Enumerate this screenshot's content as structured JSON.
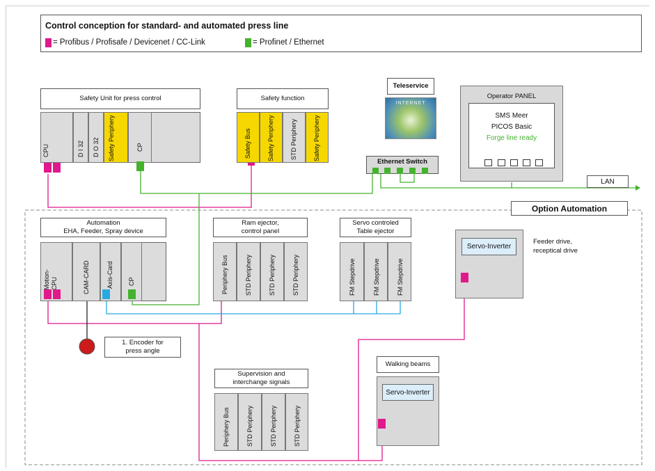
{
  "header": {
    "title": "Control conception for standard- and automated press line",
    "legend_pink": "= Profibus / Profisafe / Devicenet / CC-Link",
    "legend_green": "= Profinet / Ethernet"
  },
  "colors": {
    "profibus": "#e0198c",
    "profinet": "#45b22e",
    "axis_bus": "#27a9e1",
    "safety_slot": "#f6d800",
    "encoder": "#cc1b1b"
  },
  "safety_unit": {
    "title": "Safety Unit for press control",
    "slots": [
      "CPU",
      "D I 32",
      "D O 32",
      "Safety Periphery",
      "CP"
    ]
  },
  "safety_function": {
    "title": "Safety function",
    "slots": [
      "Safety Bus",
      "Safety Periphery",
      "STD Periphery",
      "Safety Periphery"
    ]
  },
  "teleservice": {
    "title": "Teleservice",
    "image_text": "INTERNET"
  },
  "ethernet_switch": {
    "title": "Ethernet Switch"
  },
  "operator_panel": {
    "title": "Operator PANEL",
    "line1": "SMS Meer",
    "line2": "PICOS Basic",
    "line3": "Forge line ready"
  },
  "lan": "LAN",
  "option_automation": "Option Automation",
  "automation": {
    "title_line1": "Automation",
    "title_line2": "EHA, Feeder, Spray device",
    "slots": [
      "Motion-\nCPU",
      "CAM-CARD",
      "Axis-Card",
      "CP"
    ]
  },
  "ram_ejector": {
    "title_line1": "Ram ejector,",
    "title_line2": "control panel",
    "slots": [
      "Periphery Bus",
      "STD Periphery",
      "STD Periphery",
      "STD Periphery"
    ]
  },
  "servo_table": {
    "title_line1": "Servo controled",
    "title_line2": "Table ejector",
    "slots": [
      "FM Stepdrive",
      "FM Stepdrive",
      "FM Stepdrive"
    ]
  },
  "feeder": {
    "servo_label": "Servo-Inverter",
    "caption_line1": "Feeder drive,",
    "caption_line2": "receptical drive"
  },
  "encoder": {
    "line1": "1. Encoder for",
    "line2": "press angle"
  },
  "supervision": {
    "title_line1": "Supervision and",
    "title_line2": "interchange signals",
    "slots": [
      "Periphery Bus",
      "STD Periphery",
      "STD Periphery",
      "STD Periphery"
    ]
  },
  "walking_beams": {
    "title": "Walking beams",
    "servo_label": "Servo-Inverter"
  }
}
